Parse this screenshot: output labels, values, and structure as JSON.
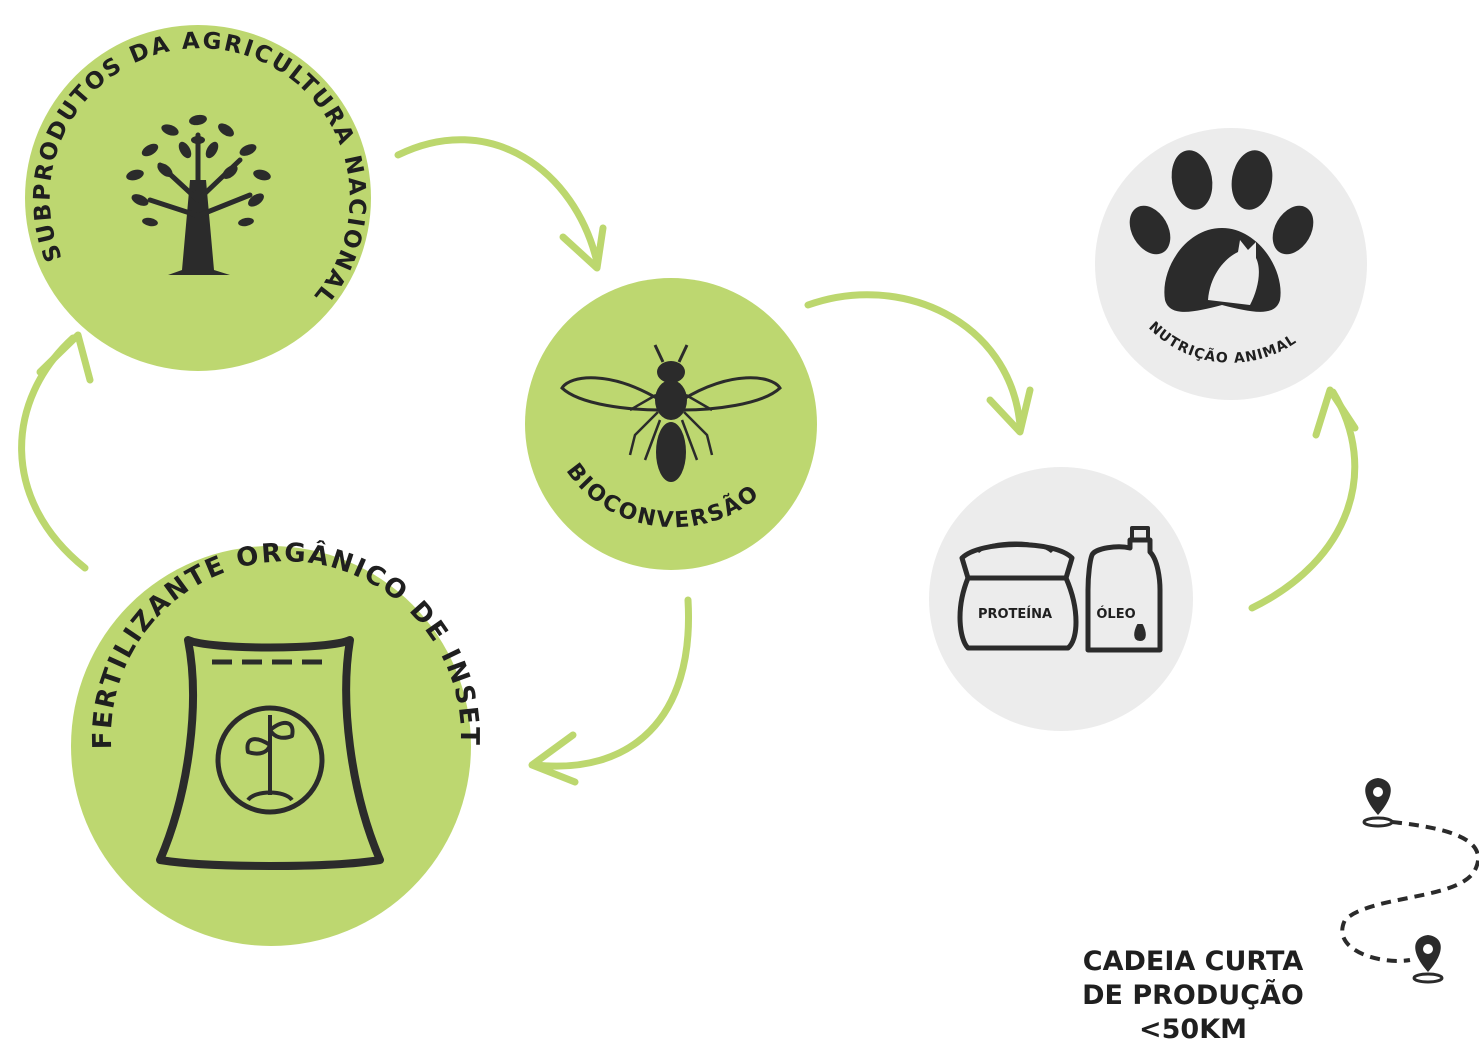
{
  "colors": {
    "green": "#bdd770",
    "arrow": "#bcd76e",
    "grey": "#ececec",
    "ink": "#2b2b2b"
  },
  "nodes": {
    "agri": {
      "label": "SUBPRODUTOS DA AGRICULTURA NACIONAL",
      "icon": "tree-icon"
    },
    "bio": {
      "label": "BIOCONVERSÃO",
      "icon": "fly-icon"
    },
    "fert": {
      "label": "FERTILIZANTE ORGÂNICO DE INSETO",
      "icon": "fertilizer-bag-icon"
    },
    "products": {
      "protein_label": "PROTEÍNA",
      "oil_label": "ÓLEO",
      "icon": "sack-and-canister-icon"
    },
    "animal": {
      "label": "NUTRIÇÃO ANIMAL",
      "icon": "paw-icon"
    }
  },
  "chain": {
    "line1": "CADEIA CURTA",
    "line2": "DE PRODUÇÃO",
    "line3": "<50KM",
    "icon": "map-route-icon"
  }
}
